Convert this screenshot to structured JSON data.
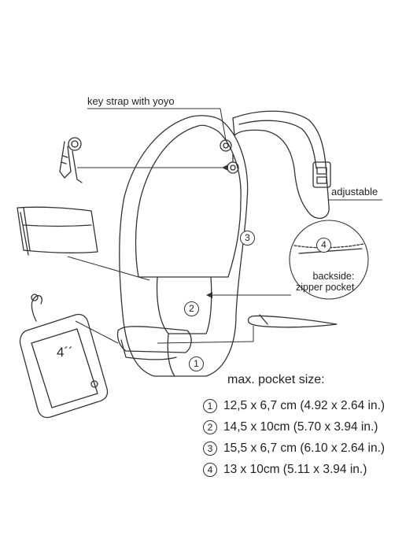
{
  "labels": {
    "key_strap": "key strap with yoyo",
    "adjustable": "adjustable",
    "backside_line1": "backside:",
    "backside_line2": "zipper pocket",
    "phone_size": "4´´"
  },
  "pocket_markers": [
    "1",
    "2",
    "3",
    "4"
  ],
  "pocket_sizes": {
    "title": "max. pocket size:",
    "items": [
      {
        "number": "1",
        "text": "12,5 x 6,7 cm (4.92 x 2.64 in.)"
      },
      {
        "number": "2",
        "text": "14,5 x 10cm (5.70 x 3.94 in.)"
      },
      {
        "number": "3",
        "text": "15,5 x 6,7 cm (6.10 x 2.64 in.)"
      },
      {
        "number": "4",
        "text": "13 x 10cm (5.11 x 3.94 in.)"
      }
    ]
  },
  "colors": {
    "line": "#333333",
    "background": "#ffffff"
  }
}
